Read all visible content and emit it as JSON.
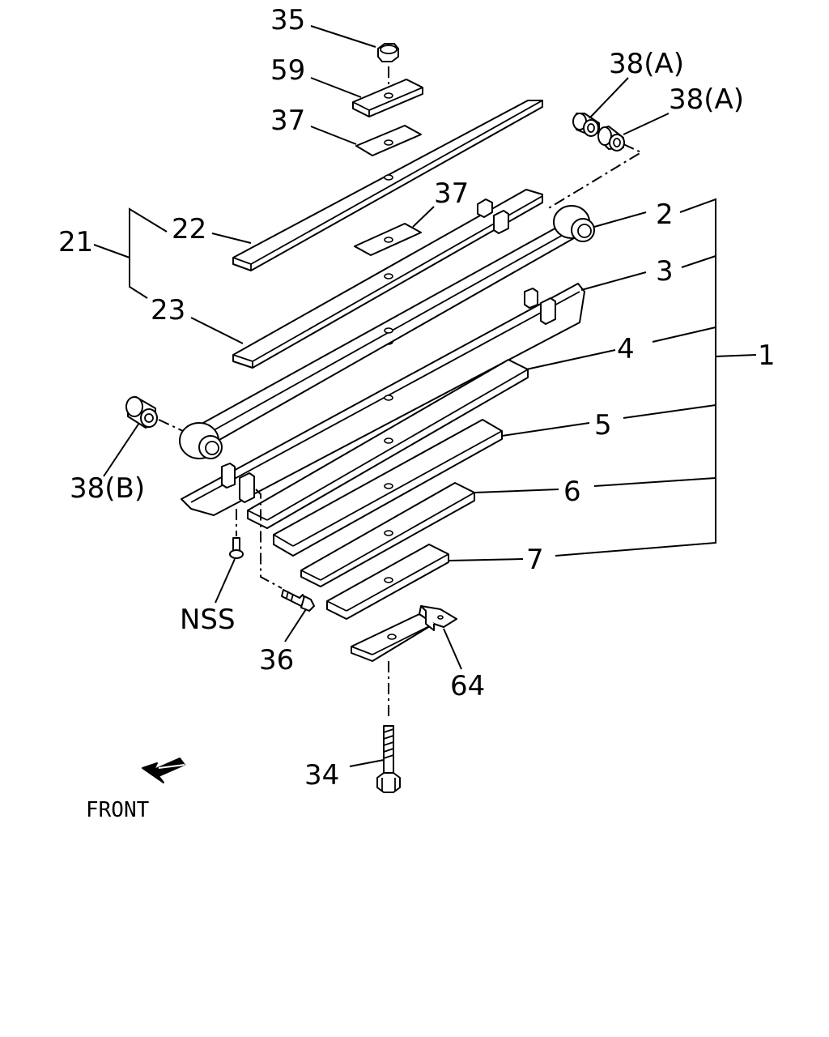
{
  "diagram": {
    "labels": {
      "p35": "35",
      "p59": "59",
      "p37a": "37",
      "p37b": "37",
      "p38a1": "38(A)",
      "p38a2": "38(A)",
      "p21": "21",
      "p22": "22",
      "p23": "23",
      "p2": "2",
      "p3": "3",
      "p4": "4",
      "p5": "5",
      "p6": "6",
      "p7": "7",
      "p1": "1",
      "p38b": "38(B)",
      "nss": "NSS",
      "p36": "36",
      "p64": "64",
      "p34": "34",
      "front": "FRONT"
    }
  }
}
